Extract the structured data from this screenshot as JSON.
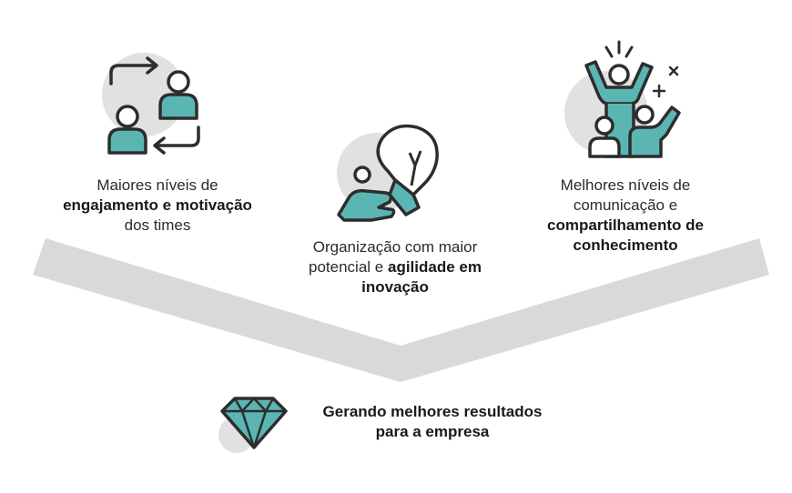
{
  "colors": {
    "teal": "#5bb6b3",
    "grey_shape": "#d9d9d9",
    "stroke": "#2d2d2d"
  },
  "items": [
    {
      "icon": "people-exchange-icon",
      "pre": "Maiores níveis de",
      "bold": "engajamento e motivação",
      "post": "dos times"
    },
    {
      "icon": "hand-lightbulb-icon",
      "pre": "Organização com maior potencial e",
      "bold": "agilidade em inovação",
      "post": ""
    },
    {
      "icon": "celebrating-people-icon",
      "pre": "Melhores níveis de comunicação e",
      "bold": "compartilhamento de conhecimento",
      "post": ""
    }
  ],
  "result": {
    "icon": "diamond-icon",
    "line1": "Gerando melhores resultados",
    "line2": "para a empresa"
  }
}
